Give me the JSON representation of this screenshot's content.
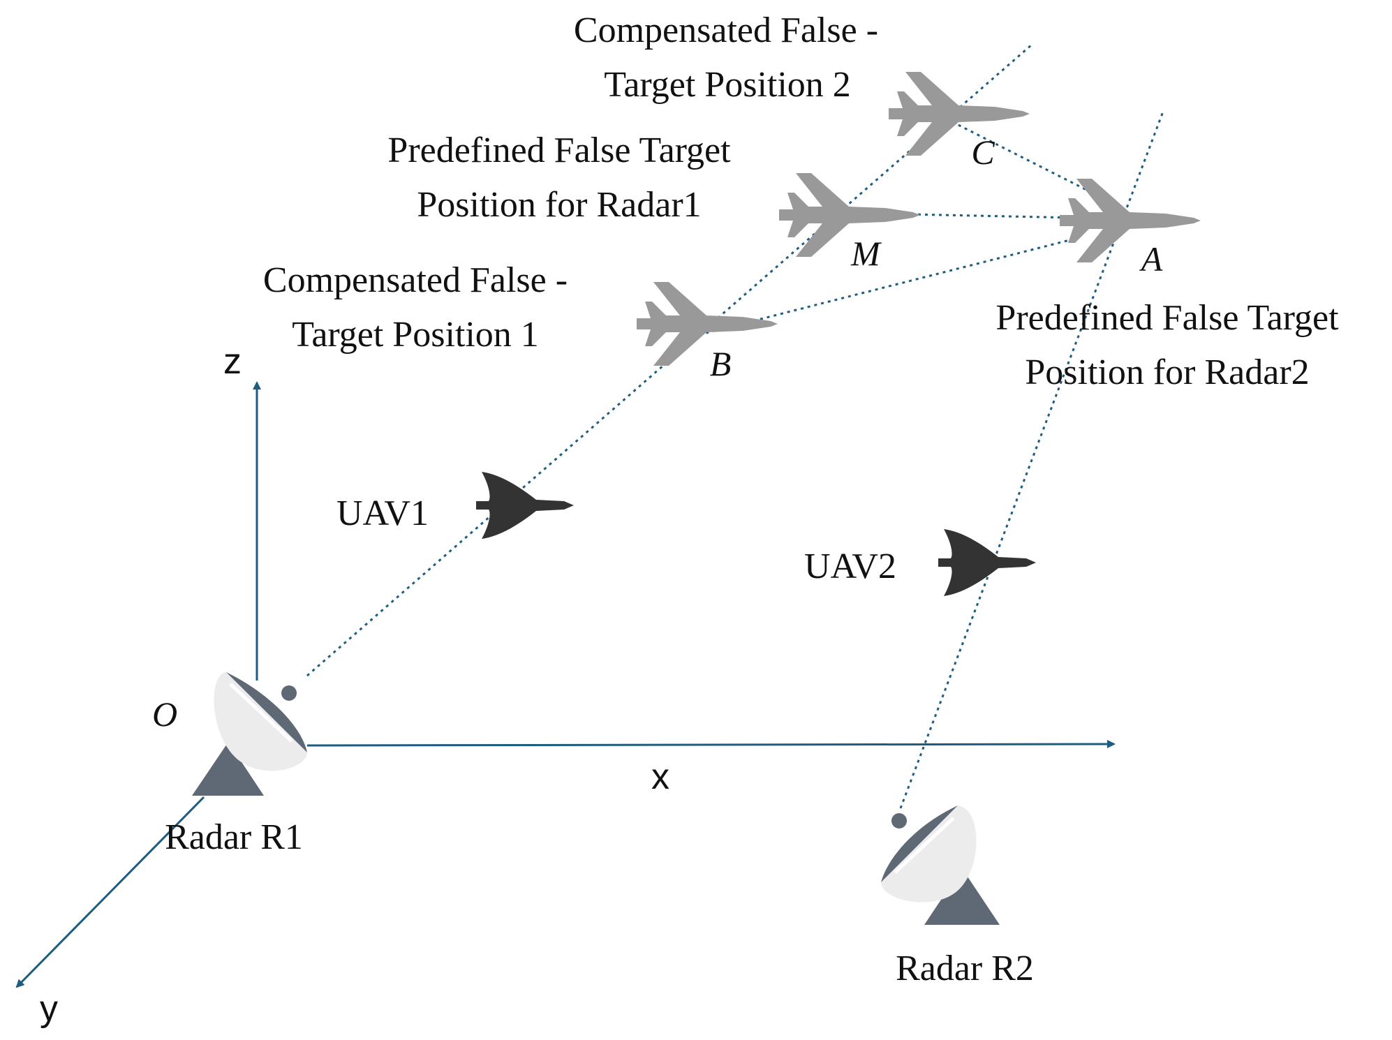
{
  "colors": {
    "axis": "#1f5d80",
    "dotted": "#1f5d80",
    "false_target": "#999999",
    "uav": "#333333",
    "radar_dark": "#5f6875",
    "radar_light": "#ececec"
  },
  "axes": {
    "x": "x",
    "y": "y",
    "z": "z",
    "origin": "O"
  },
  "points": {
    "A": "A",
    "B": "B",
    "C": "C",
    "M": "M"
  },
  "labels": {
    "comp2": [
      "Compensated False -",
      "Target Position 2"
    ],
    "pre1": [
      "Predefined False Target",
      "Position for Radar1"
    ],
    "comp1": [
      "Compensated False -",
      "Target Position 1"
    ],
    "pre2": [
      "Predefined False Target",
      "Position for Radar2"
    ],
    "uav1": "UAV1",
    "uav2": "UAV2",
    "radar1": "Radar R1",
    "radar2": "Radar R2"
  }
}
